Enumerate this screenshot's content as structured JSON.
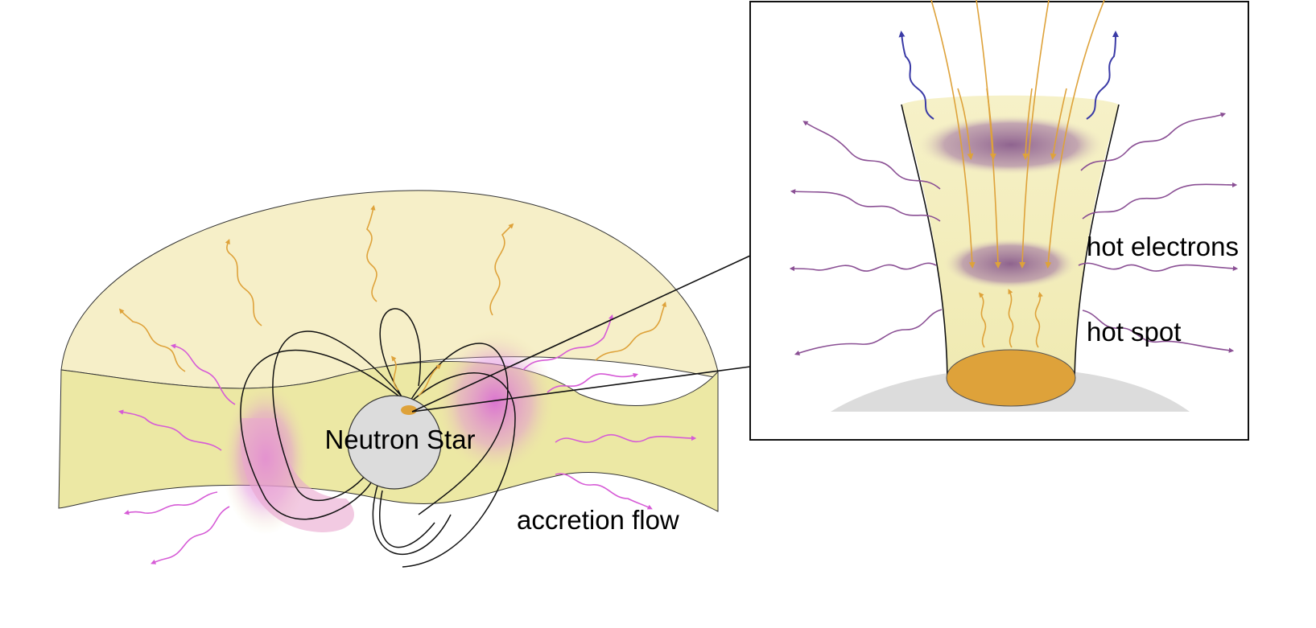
{
  "labels": {
    "neutron_star": "Neutron Star",
    "accretion_flow": "accretion flow",
    "hot_electrons": "hot electrons",
    "hot_spot": "hot spot"
  },
  "colors": {
    "corona": "#f6efc8",
    "disk": "#ece8a4",
    "star": "#dcdcdc",
    "hot_spot": "#dea23a",
    "orange_photon": "#dea23a",
    "magenta_photon": "#d65bd6",
    "purple_photon": "#8a4f94",
    "blue_photon": "#3a3aa6",
    "electron_cloud": "#8c5a8f",
    "surface": "#dcdcdc"
  },
  "icons": [
    "orange-photon-arrow",
    "magenta-photon-arrow",
    "purple-photon-arrow",
    "blue-photon-arrow",
    "infall-arrow"
  ]
}
